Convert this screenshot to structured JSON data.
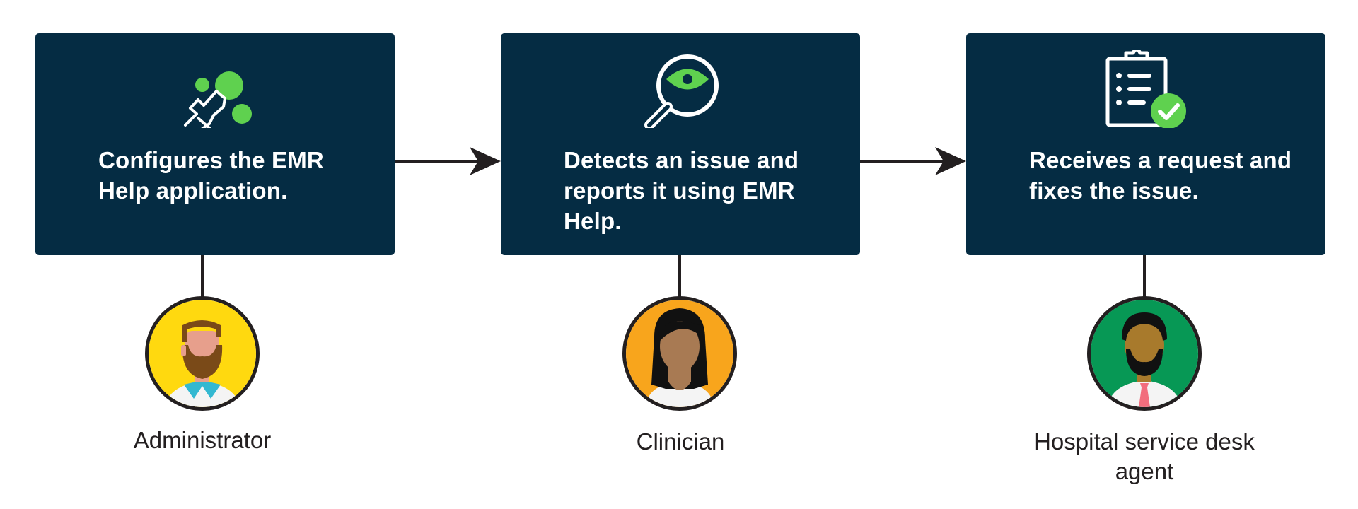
{
  "steps": [
    {
      "text": "Configures the EMR Help application.",
      "icon": "pointing-hand-icon",
      "role": "Administrator"
    },
    {
      "text": "Detects an issue and reports it using EMR Help.",
      "icon": "magnifier-eye-icon",
      "role": "Clinician"
    },
    {
      "text": "Receives a request and fixes the issue.",
      "icon": "clipboard-check-icon",
      "role": "Hospital service desk agent"
    }
  ],
  "colors": {
    "box_bg": "#052c43",
    "accent_green": "#5fd14f",
    "text_white": "#ffffff",
    "text_dark": "#231f20",
    "avatar_admin_bg": "#ffd90f",
    "avatar_clinician_bg": "#f8a51c",
    "avatar_agent_bg": "#079855"
  }
}
